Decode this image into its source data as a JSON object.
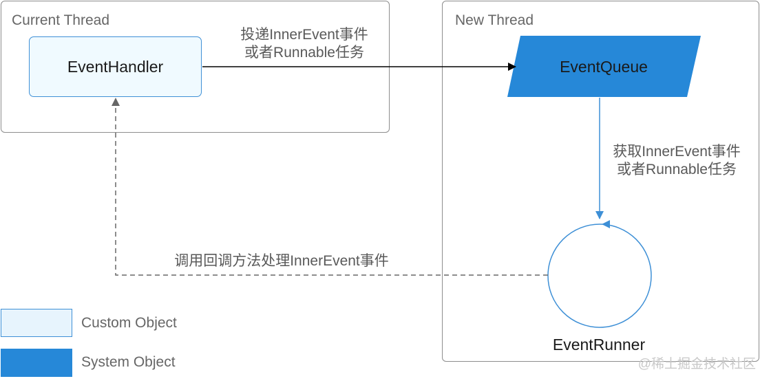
{
  "current_thread": {
    "title": "Current Thread"
  },
  "new_thread": {
    "title": "New Thread"
  },
  "nodes": {
    "event_handler": "EventHandler",
    "event_queue": "EventQueue",
    "event_runner": "EventRunner"
  },
  "edges": {
    "post": {
      "line1": "投递InnerEvent事件",
      "line2": "或者Runnable任务"
    },
    "fetch": {
      "line1": "获取InnerEvent事件",
      "line2": "或者Runnable任务"
    },
    "callback": {
      "label": "调用回调方法处理InnerEvent事件"
    }
  },
  "legend": {
    "custom_object": "Custom Object",
    "system_object": "System Object"
  },
  "watermark": "@稀土掘金技术社区",
  "colors": {
    "system_blue": "#2688d8",
    "custom_fill": "#f0faff",
    "custom_border": "#3d8fd6",
    "frame_border": "#8c8c8c",
    "connector_gray": "#666666"
  }
}
